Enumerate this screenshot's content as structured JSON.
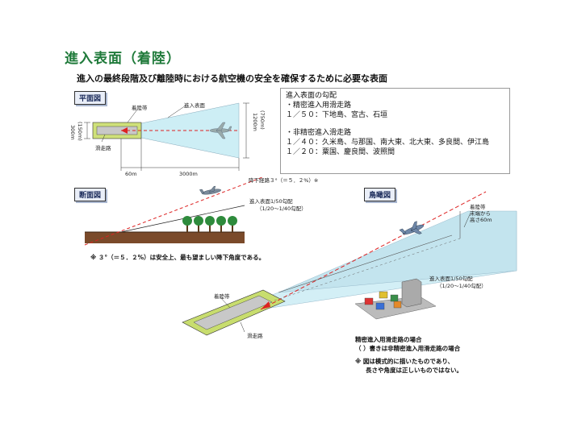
{
  "header": {
    "title": "進入表面（着陸）",
    "subtitle": "進入の最終段階及び離陸時における航空機の安全を確保するために必要な表面"
  },
  "plan_view": {
    "tag": "平面図",
    "strip_label": "着陸帯",
    "surface_label": "進入表面",
    "runway_label": "滑走路",
    "width_left": "300m",
    "width_left_alt": "(150m)",
    "width_right": "1200m",
    "width_right_alt": "(750m)",
    "dist_60": "60m",
    "dist_3000": "3000m"
  },
  "info_box": {
    "line1": "進入表面の勾配",
    "line2": "・精密進入用滑走路",
    "line3": "１／５０：下地島、宮古、石垣",
    "line4": "・非精密進入滑走路",
    "line5": "１／４０：久米島、与那国、南大東、北大東、多良間、伊江島",
    "line6": "１／２０：粟国、慶良間、波照間"
  },
  "section_view": {
    "tag": "断面図",
    "glide_label": "降下経路３°（＝５．２%）※",
    "gradient_label": "進入表面1/50勾配",
    "gradient_alt": "（1/20～1/40勾配）",
    "note": "※ ３°（＝５．２%）は安全上、最も望ましい降下角度である。"
  },
  "bird_view": {
    "tag": "鳥瞰図",
    "strip_label": "着陸帯",
    "end_label1": "着陸帯",
    "end_label2": "末端から",
    "end_label3": "高さ60m",
    "gradient_label": "進入表面1/50勾配",
    "gradient_alt": "（1/20～1/40勾配）",
    "runway_label": "滑走路",
    "case_line1": "精密進入用滑走路の場合",
    "case_line2": "（ ）書きは非精密進入用滑走路の場合",
    "disclaimer1": "※ 図は模式的に描いたものであり、",
    "disclaimer2": "長さや角度は正しいものではない。"
  }
}
